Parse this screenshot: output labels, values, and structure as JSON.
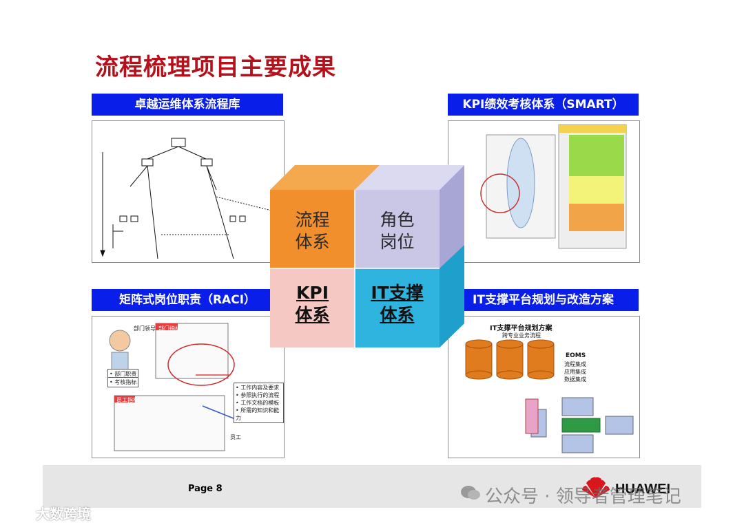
{
  "page": {
    "title": "流程梳理项目主要成果",
    "page_label": "Page 8"
  },
  "panels": {
    "top_left": {
      "header": "卓越运维体系流程库"
    },
    "top_right": {
      "header": "KPI绩效考核体系（SMART）"
    },
    "bottom_left": {
      "header": "矩阵式岗位职责（RACI）",
      "labels": {
        "manager": "部门领导",
        "dept_grid": "部门指标",
        "dept_duty": "• 部门职责",
        "kpi": "• 考核指标",
        "staff_grid": "员工指标",
        "staff": "员工",
        "bullets": [
          "• 工作内容及要求",
          "• 参照执行的流程",
          "• 工作文档的模板",
          "• 所需的知识和能力"
        ]
      }
    },
    "bottom_right": {
      "header": "IT支撑平台规划与改造方案",
      "labels": {
        "plan_title": "IT支撑平台规划方案",
        "subtitle": "跨专业业务流程",
        "eoms": "EOMS",
        "eoms_items": [
          "流程集成",
          "应用集成",
          "数据集成"
        ]
      }
    }
  },
  "cube": {
    "cells": [
      {
        "line1": "流程",
        "line2": "体系",
        "color": "#f18f2d"
      },
      {
        "line1": "角色",
        "line2": "岗位",
        "color": "#c9c6e6"
      },
      {
        "line1": "KPI",
        "line2": "体系",
        "color": "#f6c8c4"
      },
      {
        "line1": "IT支撑",
        "line2": "体系",
        "color": "#2fb4e0"
      }
    ]
  },
  "brand": {
    "logo_text": "HUAWEI",
    "watermark_wechat": "公众号 · 领导者管理笔记",
    "watermark_corner": "大数跨境"
  },
  "colors": {
    "title": "#b3121d",
    "header_bg": "#0a1eea",
    "huawei_red": "#d7161e"
  }
}
